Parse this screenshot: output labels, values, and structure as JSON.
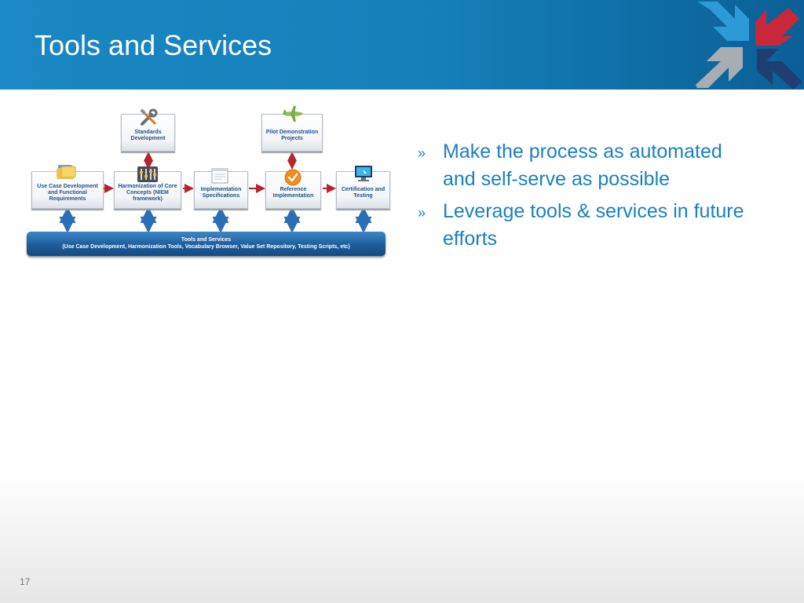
{
  "slide": {
    "title": "Tools and Services",
    "page_number": "17"
  },
  "colors": {
    "header_blue": "#157fb9",
    "text_blue": "#1a80c2",
    "arrow_red": "#b4252e",
    "arrow_blue": "#2a6fb5",
    "logo_light_blue": "#2d9ad8",
    "logo_red": "#c8283a",
    "logo_gray": "#a7adb3",
    "logo_navy": "#1f3e73"
  },
  "diagram": {
    "top_boxes": [
      {
        "label": "Standards Development",
        "icon": "tools-icon"
      },
      {
        "label": "Pilot Demonstration Projects",
        "icon": "airplane-icon"
      }
    ],
    "boxes": [
      {
        "label": "Use Case Development and Functional Requirements",
        "icon": "folders-icon"
      },
      {
        "label": "Harmonization of Core Concepts (NIEM framework)",
        "icon": "mixer-icon"
      },
      {
        "label": "Implementation Specifications",
        "icon": "document-icon"
      },
      {
        "label": "Reference Implementation",
        "icon": "checkmark-icon"
      },
      {
        "label": "Certification and Testing",
        "icon": "monitor-icon"
      }
    ],
    "tools_bar": {
      "title": "Tools and Services",
      "subtitle": "(Use Case Development, Harmonization Tools, Vocabulary Browser, Value Set Repository, Testing Scripts, etc)"
    }
  },
  "bullets": {
    "marker": "»",
    "items": [
      "Make the process as automated and self-serve as possible",
      "Leverage tools & services in future efforts"
    ]
  }
}
